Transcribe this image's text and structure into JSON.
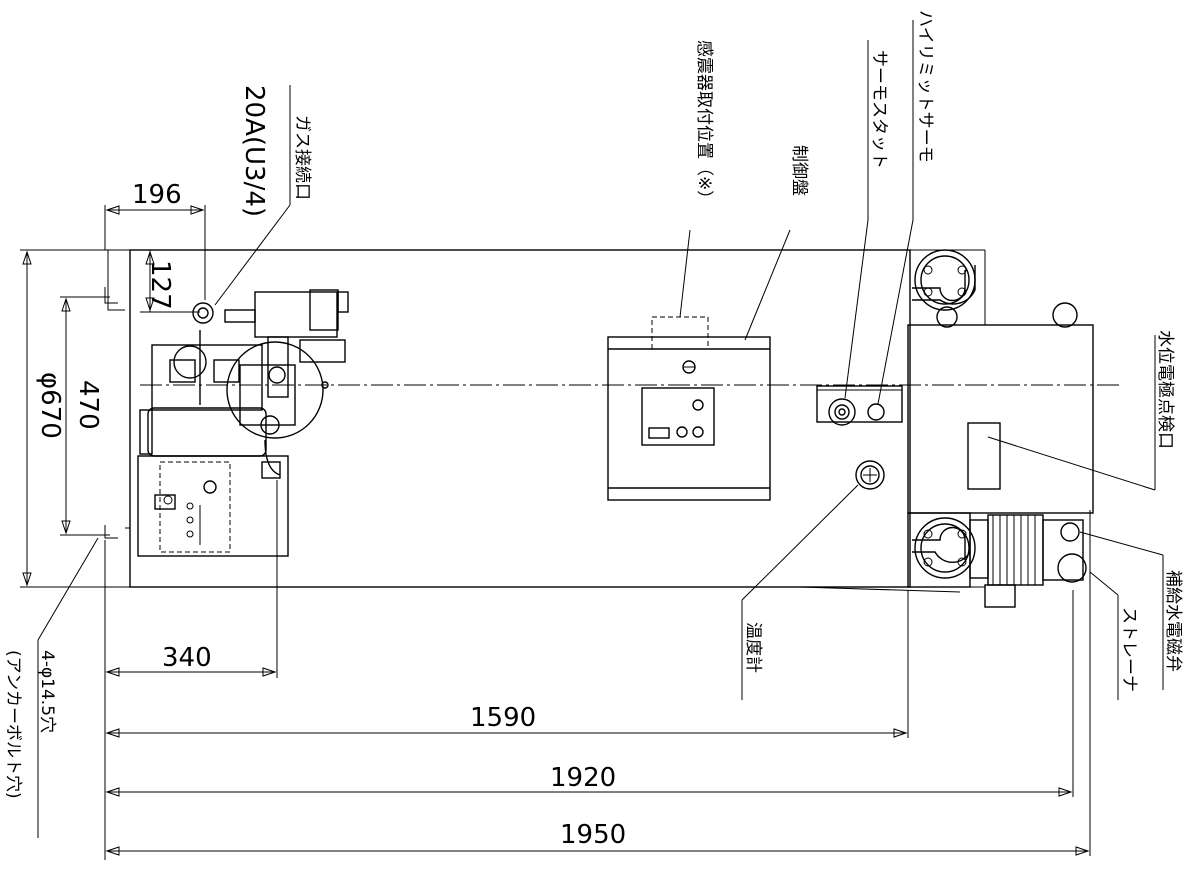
{
  "colors": {
    "line": "#000000",
    "background": "#ffffff"
  },
  "dimensions": {
    "d196": "196",
    "d127": "127",
    "d470": "470",
    "d670": "φ670",
    "d340": "340",
    "d1590": "1590",
    "d1920": "1920",
    "d1950": "1950"
  },
  "labels": {
    "gas_inlet": "ガス接続口",
    "gas_size": "20A(U3/4)",
    "seismic": "感震器取付位置（※）",
    "control_panel": "制御盤",
    "thermostat": "サーモスタット",
    "high_limit": "ハイリミットサーモ",
    "water_level": "水位電極点検口",
    "solenoid": "補給水電磁弁",
    "strainer": "ストレーナ",
    "thermometer": "温度計",
    "anchor_1": "4-φ14.5穴",
    "anchor_2": "(アンカーボルト穴)"
  }
}
